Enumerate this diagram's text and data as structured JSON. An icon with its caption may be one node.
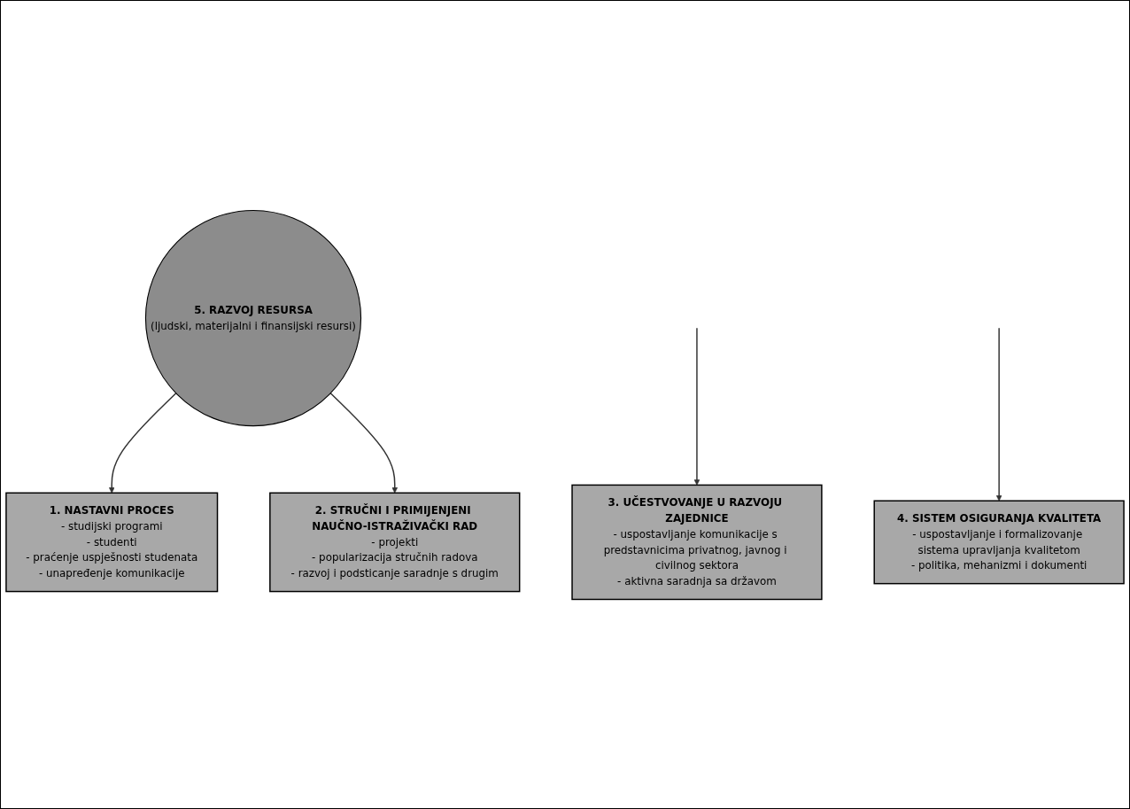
{
  "diagram": {
    "nodes": [
      {
        "text": [
          "1. NASTAVNI PROCES",
          "- studijski programi",
          "- studenti",
          "- praćenje uspješnosti studenata",
          "- unapređenje komunikacije"
        ]
      },
      {
        "text": [
          "2. STRUČNI I PRIMIJENJENI NAUČNO-ISTRAŽIVAČKI RAD",
          "- projekti",
          "- popularizacija stručnih radova",
          "- razvoj i podsticanje saradnje s drugim"
        ]
      },
      {
        "text": [
          "5. RAZVOJ RESURSA",
          "(ljudski, materijalni i finansijski resursi)"
        ]
      },
      {
        "text": [
          "3. UČESTVOVANJE U RAZVOJU ZAJEDNICE",
          "- uspostavljanje komunikacije s predstavnicima privatnog, javnog i civilnog sektora",
          "- aktivna saradnja sa državom"
        ]
      },
      {
        "text": [
          "4. SISTEM OSIGURANJA KVALITETA",
          "- uspostavljanje i formalizovanje sistema upravljanja kvalitetom",
          "- politika, mehanizmi i dokumenti"
        ]
      }
    ],
    "edges": [
      {
        "from": 2,
        "to": 0,
        "arrow": "to"
      },
      {
        "from": 2,
        "to": 1,
        "arrow": "to"
      },
      {
        "from": null,
        "to": 3,
        "arrow": "to"
      },
      {
        "from": null,
        "to": 4,
        "arrow": "to"
      }
    ]
  }
}
